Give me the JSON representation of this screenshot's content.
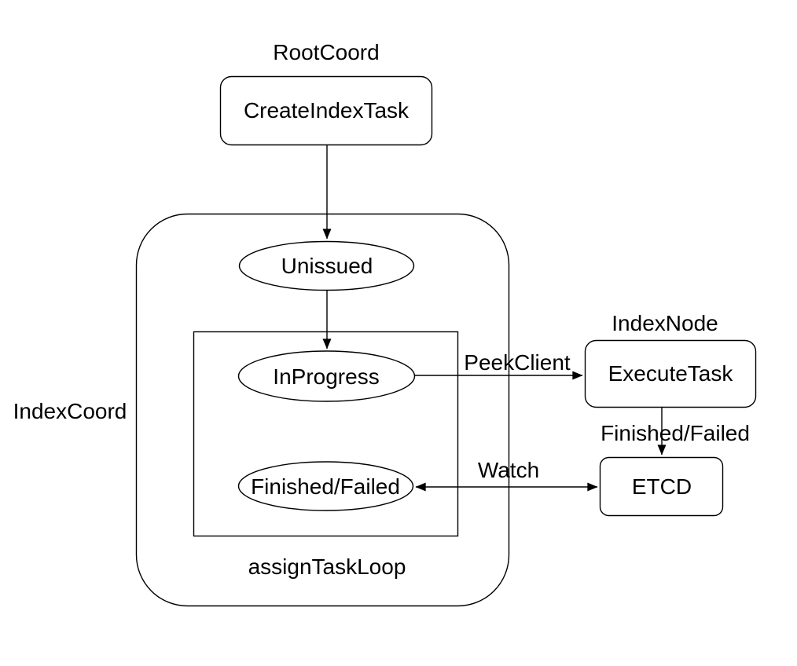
{
  "colors": {
    "background": "#ffffff",
    "stroke": "#000000",
    "text": "#000000"
  },
  "diagram": {
    "group_labels": {
      "root_coord": "RootCoord",
      "index_coord": "IndexCoord",
      "index_node": "IndexNode",
      "assign_task_loop": "assignTaskLoop"
    },
    "nodes": {
      "create_index_task": "CreateIndexTask",
      "unissued": "Unissued",
      "in_progress": "InProgress",
      "finished_failed": "Finished/Failed",
      "execute_task": "ExecuteTask",
      "etcd": "ETCD"
    },
    "edge_labels": {
      "peek_client": "PeekClient",
      "watch": "Watch",
      "finished_failed": "Finished/Failed"
    }
  }
}
